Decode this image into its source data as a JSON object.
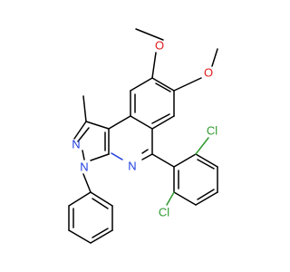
{
  "molecule": {
    "atom_labels": {
      "n_pyrazole_2": "N",
      "n_pyrazole_1": "N",
      "n_pyridine": "N",
      "o_methoxy_upper": "O",
      "o_methoxy_lower": "O",
      "cl_upper": "Cl",
      "cl_lower": "Cl"
    }
  },
  "colors": {
    "bond": "#000000",
    "nitrogen": "#1f3ee0",
    "chlorine": "#2e9a2e",
    "oxygen": "#e01b1b",
    "background": "#ffffff"
  }
}
